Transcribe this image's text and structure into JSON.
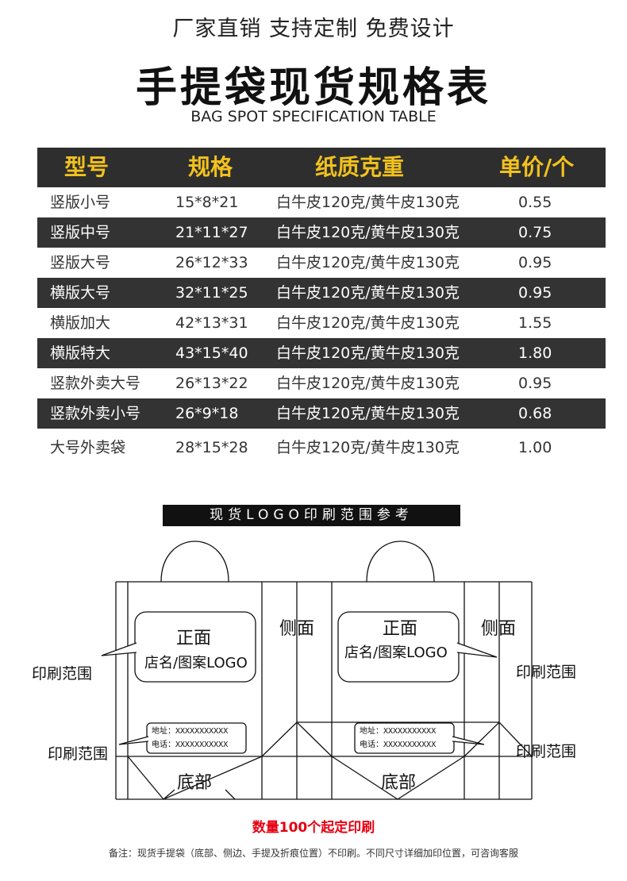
{
  "header": {
    "tagline": "厂家直销 支持定制 免费设计",
    "title": "手提袋现货规格表",
    "subtitle": "BAG SPOT SPECIFICATION TABLE"
  },
  "table": {
    "headers": [
      "型号",
      "规格",
      "纸质克重",
      "单价/个"
    ],
    "rows": [
      [
        "竖版小号",
        "15*8*21",
        "白牛皮120克/黄牛皮130克",
        "0.55"
      ],
      [
        "竖版中号",
        "21*11*27",
        "白牛皮120克/黄牛皮130克",
        "0.75"
      ],
      [
        "竖版大号",
        "26*12*33",
        "白牛皮120克/黄牛皮130克",
        "0.95"
      ],
      [
        "横版大号",
        "32*11*25",
        "白牛皮120克/黄牛皮130克",
        "0.95"
      ],
      [
        "横版加大",
        "42*13*31",
        "白牛皮120克/黄牛皮130克",
        "1.55"
      ],
      [
        "横版特大",
        "43*15*40",
        "白牛皮120克/黄牛皮130克",
        "1.80"
      ],
      [
        "竖款外卖大号",
        "26*13*22",
        "白牛皮120克/黄牛皮130克",
        "0.95"
      ],
      [
        "竖款外卖小号",
        "26*9*18",
        "白牛皮120克/黄牛皮130克",
        "0.68"
      ],
      [
        "大号外卖袋",
        "28*15*28",
        "白牛皮120克/黄牛皮130克",
        "1.00"
      ]
    ],
    "colors": {
      "header_bg": "#2e2e2e",
      "header_text": "#f2c21d",
      "dark_row": "#333333"
    }
  },
  "logo_section": {
    "banner": "现货LOGO印刷范围参考",
    "front_label": "正面",
    "front_text": "店名/图案LOGO",
    "side_label": "侧面",
    "print_area": "印刷范围",
    "address_line": "地址：XXXXXXXXXXX",
    "phone_line": "电话：XXXXXXXXXXX",
    "bottom_label": "底部"
  },
  "footer": {
    "min_qty": "数量100个起定印刷",
    "note": "备注：现货手提袋（底部、侧边、手提及折痕位置）不印刷。不同尺寸详细加印位置，可咨询客服"
  }
}
